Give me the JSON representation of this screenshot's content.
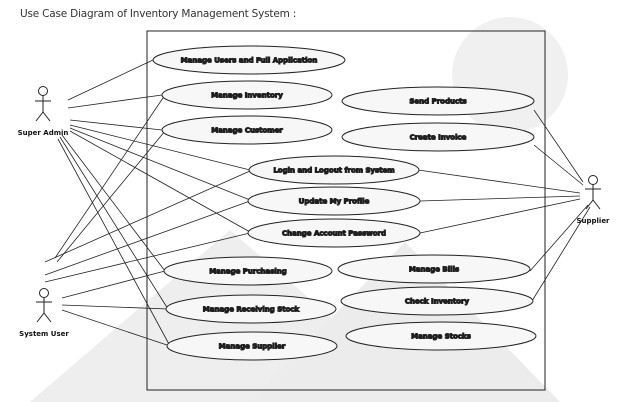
{
  "title": "Use Case Diagram of Inventory Management System :",
  "actors": {
    "super_admin": "Super Admin",
    "system_user": "System User",
    "supplier": "Supplier"
  },
  "use_cases": {
    "manage_users": "Manage Users and Full Application",
    "manage_inventory": "Manage Inventory",
    "manage_customer": "Manage Customer",
    "login_logout": "Login and Logout from System",
    "update_profile": "Update My Profile",
    "change_password": "Change Account Password",
    "manage_purchasing": "Manage Purchasing",
    "manage_receiving": "Manage Receiving Stock",
    "manage_supplier": "Manage Supplier",
    "send_products": "Send Products",
    "create_invoice": "Create Invoice",
    "manage_bills": "Manage Bills",
    "check_inventory": "Check Inventory",
    "manage_stocks": "Manage Stocks"
  },
  "colors": {
    "background_shape": "#e9e9e9",
    "ellipse_fill": "#f7f7f7",
    "stroke": "#222222"
  }
}
